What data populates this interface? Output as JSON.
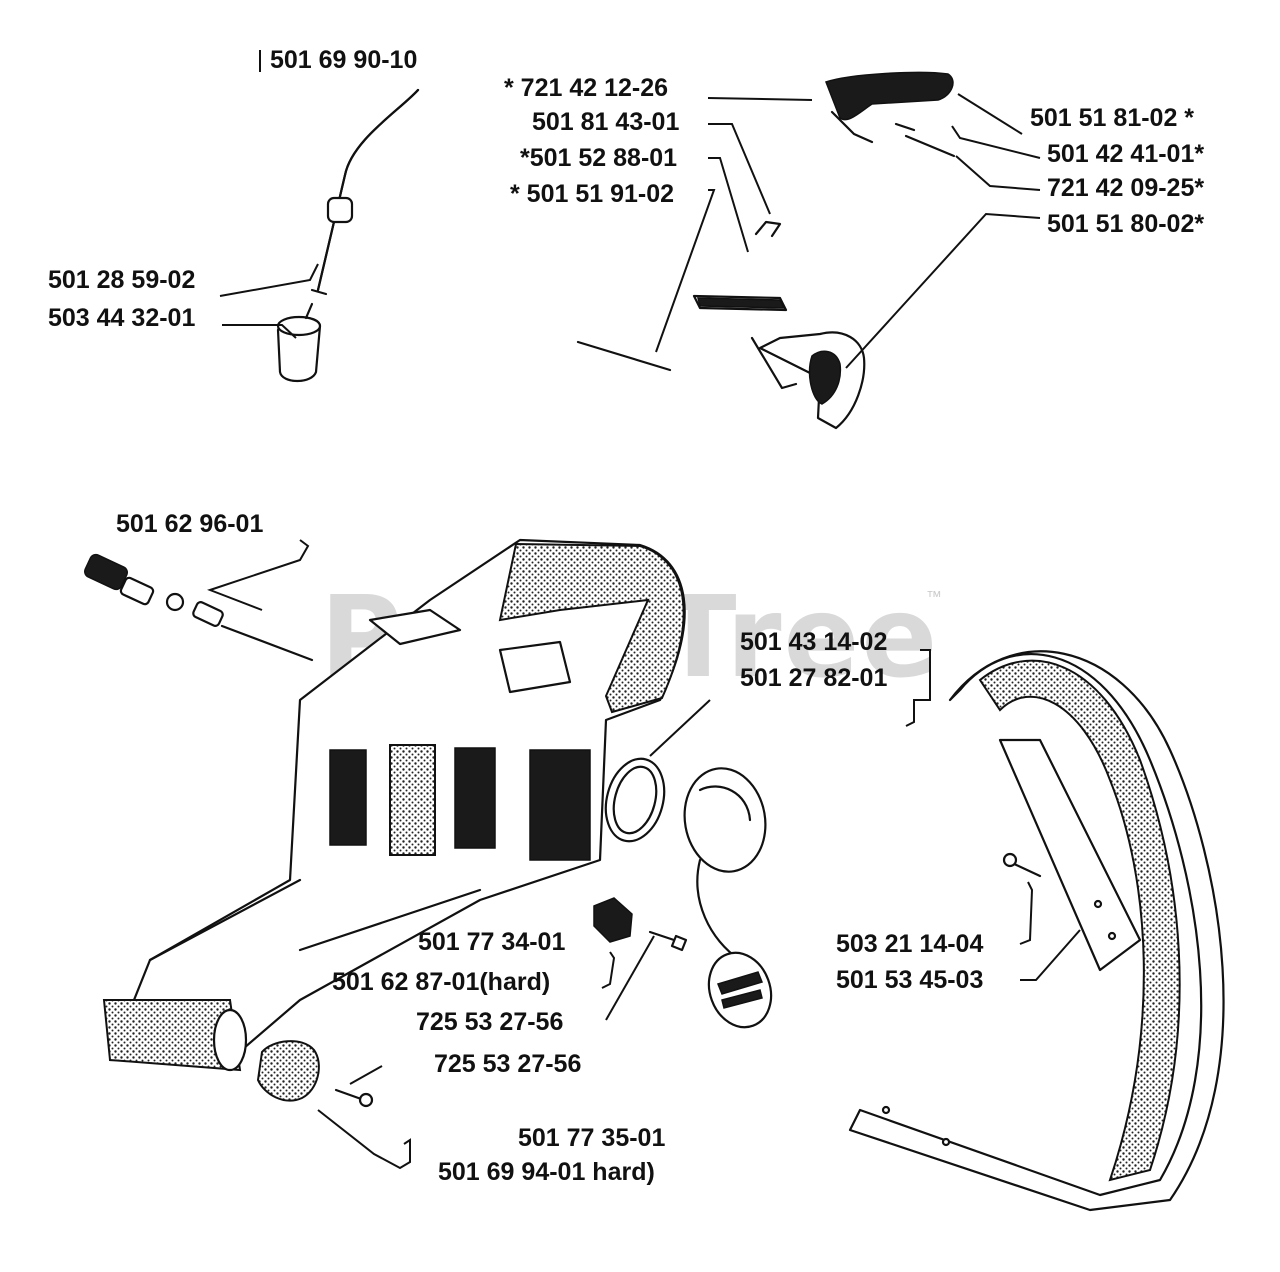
{
  "watermark": {
    "text": "PartsTree",
    "trademark": "™"
  },
  "labels": {
    "p501699010": "501 69 90-10",
    "p721421226": "*  721 42 12-26",
    "p501814301": "501 81 43-01",
    "p501528801": "*501 52 88-01",
    "p501519102": "* 501 51 91-02",
    "p501518102": "501 51 81-02  *",
    "p501424101": "501 42 41-01*",
    "p721420925": "721 42 09-25*",
    "p501518002": "501 51 80-02*",
    "p501285902": "501 28 59-02",
    "p503443201": "503 44 32-01",
    "p501629601": "501 62 96-01",
    "p501431402": "501 43 14-02",
    "p501278201": "501 27 82-01",
    "p501773401": "501 77 34-01",
    "p501628701": "501 62 87-01(hard)",
    "p725532756a": "725 53 27-56",
    "p725532756b": "725 53 27-56",
    "p503211404": "503 21 14-04",
    "p501534503": "501 53 45-03",
    "p501773501": "501 77 35-01",
    "p501699401": "501 69 94-01 hard)"
  }
}
